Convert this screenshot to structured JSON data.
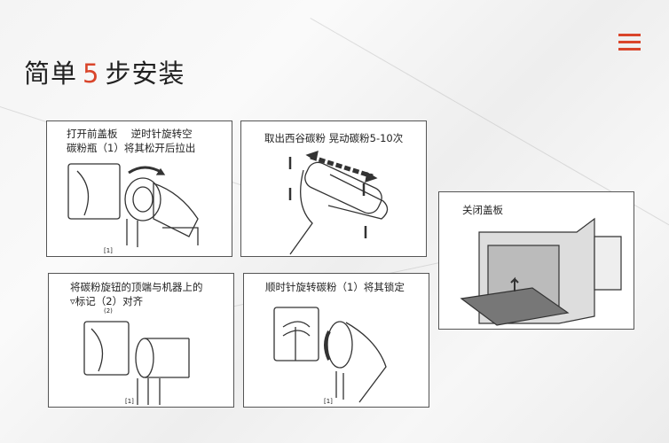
{
  "header": {
    "title_pre": "简单",
    "title_num": "5",
    "title_post": "步安装",
    "accent": "#d9452b"
  },
  "menu": {
    "icon": "hamburger-icon"
  },
  "steps": [
    {
      "line1": "打开前盖板　 逆时针旋转空",
      "line2": "碳粉瓶（1）将其松开后拉出",
      "label": "[1]"
    },
    {
      "line1": "取出西谷碳粉 晃动碳粉5-10次"
    },
    {
      "line1": "将碳粉旋钮的顶端与机器上的",
      "line2": "▿标记（2）对齐",
      "label": "[1]",
      "label2": "(2)"
    },
    {
      "line1": "顺时针旋转碳粉（1）将其锁定",
      "label": "[1]"
    },
    {
      "line1": "关闭盖板"
    }
  ]
}
